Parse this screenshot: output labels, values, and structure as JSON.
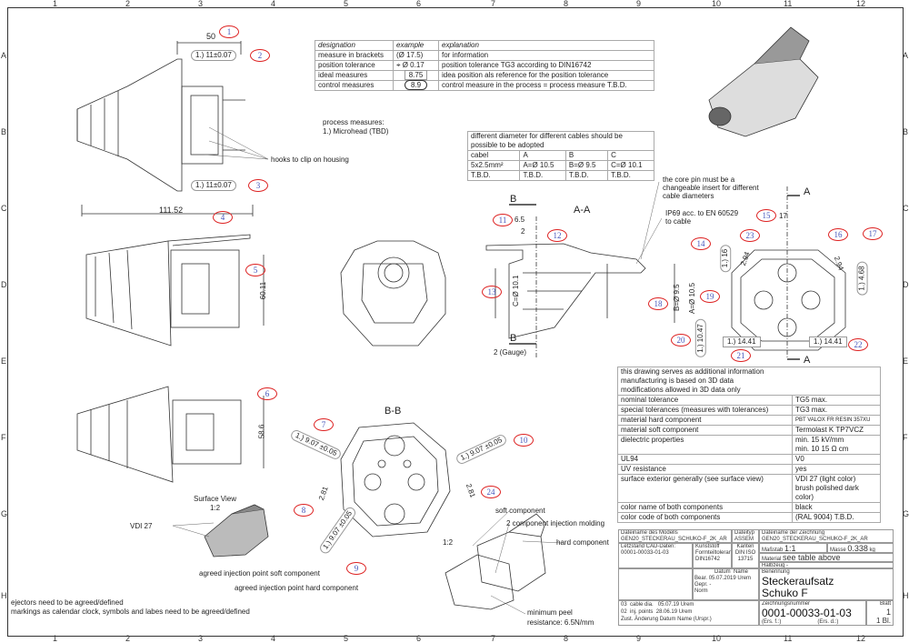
{
  "grid": {
    "columns": [
      "1",
      "2",
      "3",
      "4",
      "5",
      "6",
      "7",
      "8",
      "9",
      "10",
      "11",
      "12"
    ],
    "rows": [
      "A",
      "B",
      "C",
      "D",
      "E",
      "F",
      "G",
      "H"
    ]
  },
  "legend_table": {
    "headers": [
      "designation",
      "example",
      "explanation"
    ],
    "rows": [
      [
        "measure in brackets",
        "(Ø 17.5)",
        "for information"
      ],
      [
        "position tolerance",
        "⌖ Ø 0.17",
        "position tolerance TG3 according to DIN16742"
      ],
      [
        "ideal measures",
        "8.75",
        "idea position als reference for the position tolerance"
      ],
      [
        "control measures",
        "8.9",
        "control measure in the process = process measure T.B.D."
      ]
    ]
  },
  "process_measures": [
    "process measures:",
    "1.) Microhead (TBD)"
  ],
  "cable_table": {
    "title": "different diameter for different cables should be possible to be adopted",
    "headers": [
      "cabel",
      "A",
      "B",
      "C"
    ],
    "rows": [
      [
        "5x2.5mm²",
        "A=Ø 10.5",
        "B=Ø 9.5",
        "C=Ø 10.1"
      ],
      [
        "T.B.D.",
        "T.B.D.",
        "T.B.D.",
        "T.B.D."
      ]
    ]
  },
  "spec_table": {
    "note": [
      "this drawing serves as additional information",
      "manufacturing is based on 3D data",
      "modifications allowed in 3D data only"
    ],
    "rows": [
      [
        "nominal tolerance",
        "TG5 max."
      ],
      [
        "special tolerances (measures with tolerances)",
        "TG3 max."
      ],
      [
        "material hard component",
        "PBT VALOX FR RESIN 357XU"
      ],
      [
        "material soft component",
        "Termolast K TP7VCZ"
      ],
      [
        "dielectric properties",
        "min. 15 kV/mm",
        "min. 10 15 Ω cm"
      ],
      [
        "UL94",
        "V0"
      ],
      [
        "UV resistance",
        "yes"
      ],
      [
        "surface exterior generally (see surface view)",
        "VDI 27 (light color)",
        "brush polished dark color)"
      ],
      [
        "color name of both components",
        "black"
      ],
      [
        "color code of both components",
        "(RAL 9004) T.B.D."
      ]
    ]
  },
  "dimensions": {
    "d50": "50",
    "tol_top": "1.) 11±0.07",
    "tol_bottom": "1.) 11±0.07",
    "d111": "111.52",
    "d60": "60.11",
    "d58": "58.6",
    "bb_907a": "1.) 9.07 ±0.05",
    "bb_907b": "1.) 9.07 ±0.05",
    "bb_907c": "1.) 9.07 ±0.05",
    "bb_281a": "2.81",
    "bb_281b": "2.81",
    "aa_65": "6.5",
    "aa_2": "2",
    "aa_c": "C=Ø 10.1",
    "aa_b": "B=Ø 9.5",
    "aa_a": "A=Ø 10.5",
    "aa_gauge": "2 (Gauge)",
    "e_16": "1.) 16",
    "e_17": "17",
    "e_294a": "2.94",
    "e_294b": "2.94",
    "e_468": "1.) 4.68",
    "e_1047": "1.) 10.47",
    "e_1441a": "1.) 14.41",
    "e_1441b": "1.) 14.41"
  },
  "balloons": [
    "1",
    "2",
    "3",
    "4",
    "5",
    "6",
    "7",
    "8",
    "9",
    "10",
    "11",
    "12",
    "13",
    "14",
    "15",
    "16",
    "17",
    "18",
    "19",
    "20",
    "21",
    "22",
    "23",
    "24"
  ],
  "labels": {
    "hooks": "hooks to clip on housing",
    "section_aa": "A-A",
    "section_bb": "B-B",
    "b": "B",
    "a": "A",
    "core_pin": [
      "the core pin must be a",
      "changeable insert for different",
      "cable diameters"
    ],
    "ip69": [
      "IP69 acc. to EN 60529",
      "to cable"
    ],
    "surface_view": [
      "Surface View",
      "1:2"
    ],
    "vdi": "VDI 27",
    "inj_soft": "agreed injection point soft component",
    "inj_hard": "agreed injection point hard component",
    "ejectors": [
      "ejectors need to be agreed/defined",
      "markings as calendar clock, symbols and labes need to be agreed/defined"
    ],
    "soft_comp": "soft component",
    "two_comp": "2 component injection molding",
    "scale12": "1:2",
    "hard_comp": "hard component",
    "peel": [
      "minimum peel",
      "resistance: 6.5N/mm"
    ]
  },
  "title_block": {
    "model_label": "Dateiname des Modells",
    "model": "GEN20_STECKERAU_SCHUKO-F_2K_AR",
    "type_label": "Dateityp",
    "type": "ASSEM",
    "drawing_label": "Dateiname der Zeichnung",
    "drawing": "GEN20_STECKERAU_SCHUKO-F_2K_AR",
    "cad_label": "Letzstand CAD-Daten:",
    "cad": "00001-00033-01-03",
    "kunst": "Kunststoff Formteiltoleranz DIN16742",
    "kanten": "Kanten DIN ISO 13715",
    "scale_label": "Maßstab",
    "scale": "1:1",
    "mass_label": "Masse",
    "mass": "0.338",
    "mass_unit": "kg",
    "material_label": "Material",
    "material": "see table above",
    "halbzeug": "Halbzeug -",
    "datum": "Datum",
    "name": "Name",
    "bear": "Bear.",
    "bear_date": "05.07.2019",
    "bear_name": "Urem",
    "gepr": "Gepr.",
    "gepr_v": "-",
    "norm": "Norm",
    "benennung": "Benennung",
    "title1": "Steckeraufsatz",
    "title2": "Schuko F",
    "zn_label": "Zeichnungsnummer",
    "zn": "0001-00033-01-03",
    "blatt_label": "Blatt",
    "blatt": "1",
    "bl": "1 Bl.",
    "rev": [
      [
        "03",
        "cable dia.",
        "05.07.19",
        "Urem"
      ],
      [
        "02",
        "inj. points",
        "28.06.19",
        "Urem"
      ]
    ],
    "rev_head": [
      "Zust.",
      "Änderung",
      "Datum",
      "Name",
      "(Urspr.)"
    ],
    "ers1": "(Ers. f.:)",
    "ers2": "(Ers. d.:)"
  }
}
